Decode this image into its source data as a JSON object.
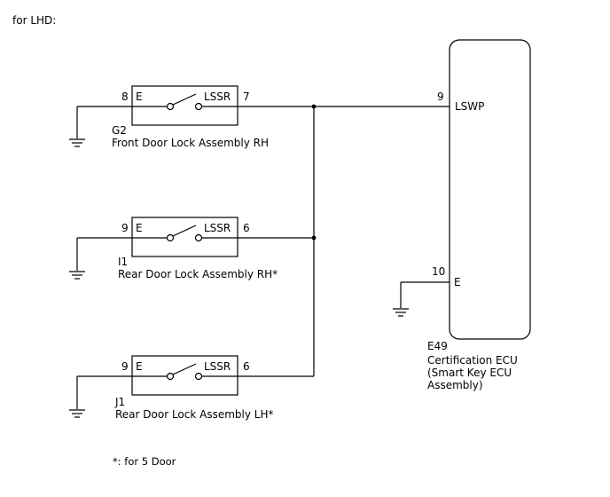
{
  "header": {
    "title": "for LHD:"
  },
  "switches": [
    {
      "pin_e": "8",
      "pin_lssr": "7",
      "label_e": "E",
      "label_lssr": "LSSR",
      "code": "G2",
      "name": "Front Door Lock Assembly RH"
    },
    {
      "pin_e": "9",
      "pin_lssr": "6",
      "label_e": "E",
      "label_lssr": "LSSR",
      "code": "I1",
      "name": "Rear Door Lock Assembly RH*"
    },
    {
      "pin_e": "9",
      "pin_lssr": "6",
      "label_e": "E",
      "label_lssr": "LSSR",
      "code": "J1",
      "name": "Rear Door Lock Assembly LH*"
    }
  ],
  "ecu": {
    "pin_lswp": "9",
    "label_lswp": "LSWP",
    "pin_e": "10",
    "label_e": "E",
    "code": "E49",
    "name_line1": "Certification ECU",
    "name_line2": "(Smart Key ECU",
    "name_line3": "Assembly)"
  },
  "footnote": "*: for 5 Door"
}
